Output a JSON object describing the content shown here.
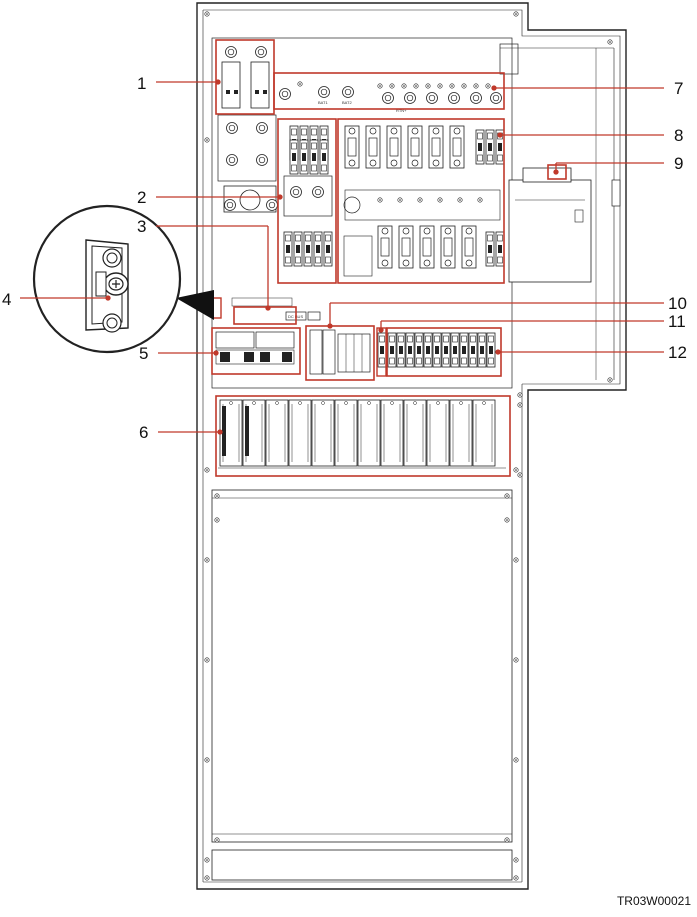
{
  "diagram": {
    "callouts": [
      {
        "id": "1",
        "label": "1"
      },
      {
        "id": "2",
        "label": "2"
      },
      {
        "id": "3",
        "label": "3"
      },
      {
        "id": "4",
        "label": "4"
      },
      {
        "id": "5",
        "label": "5"
      },
      {
        "id": "6",
        "label": "6"
      },
      {
        "id": "7",
        "label": "7"
      },
      {
        "id": "8",
        "label": "8"
      },
      {
        "id": "9",
        "label": "9"
      },
      {
        "id": "10",
        "label": "10"
      },
      {
        "id": "11",
        "label": "11"
      },
      {
        "id": "12",
        "label": "12"
      }
    ],
    "component_labels": {
      "bat1": "BAT1",
      "bat2": "BAT2",
      "rtn": "RTN+",
      "bus_label": "DC BUS"
    },
    "figure_id": "TR03W00021",
    "colors": {
      "highlight": "#c0392b",
      "line": "#222222",
      "leader": "#c0392b"
    }
  }
}
